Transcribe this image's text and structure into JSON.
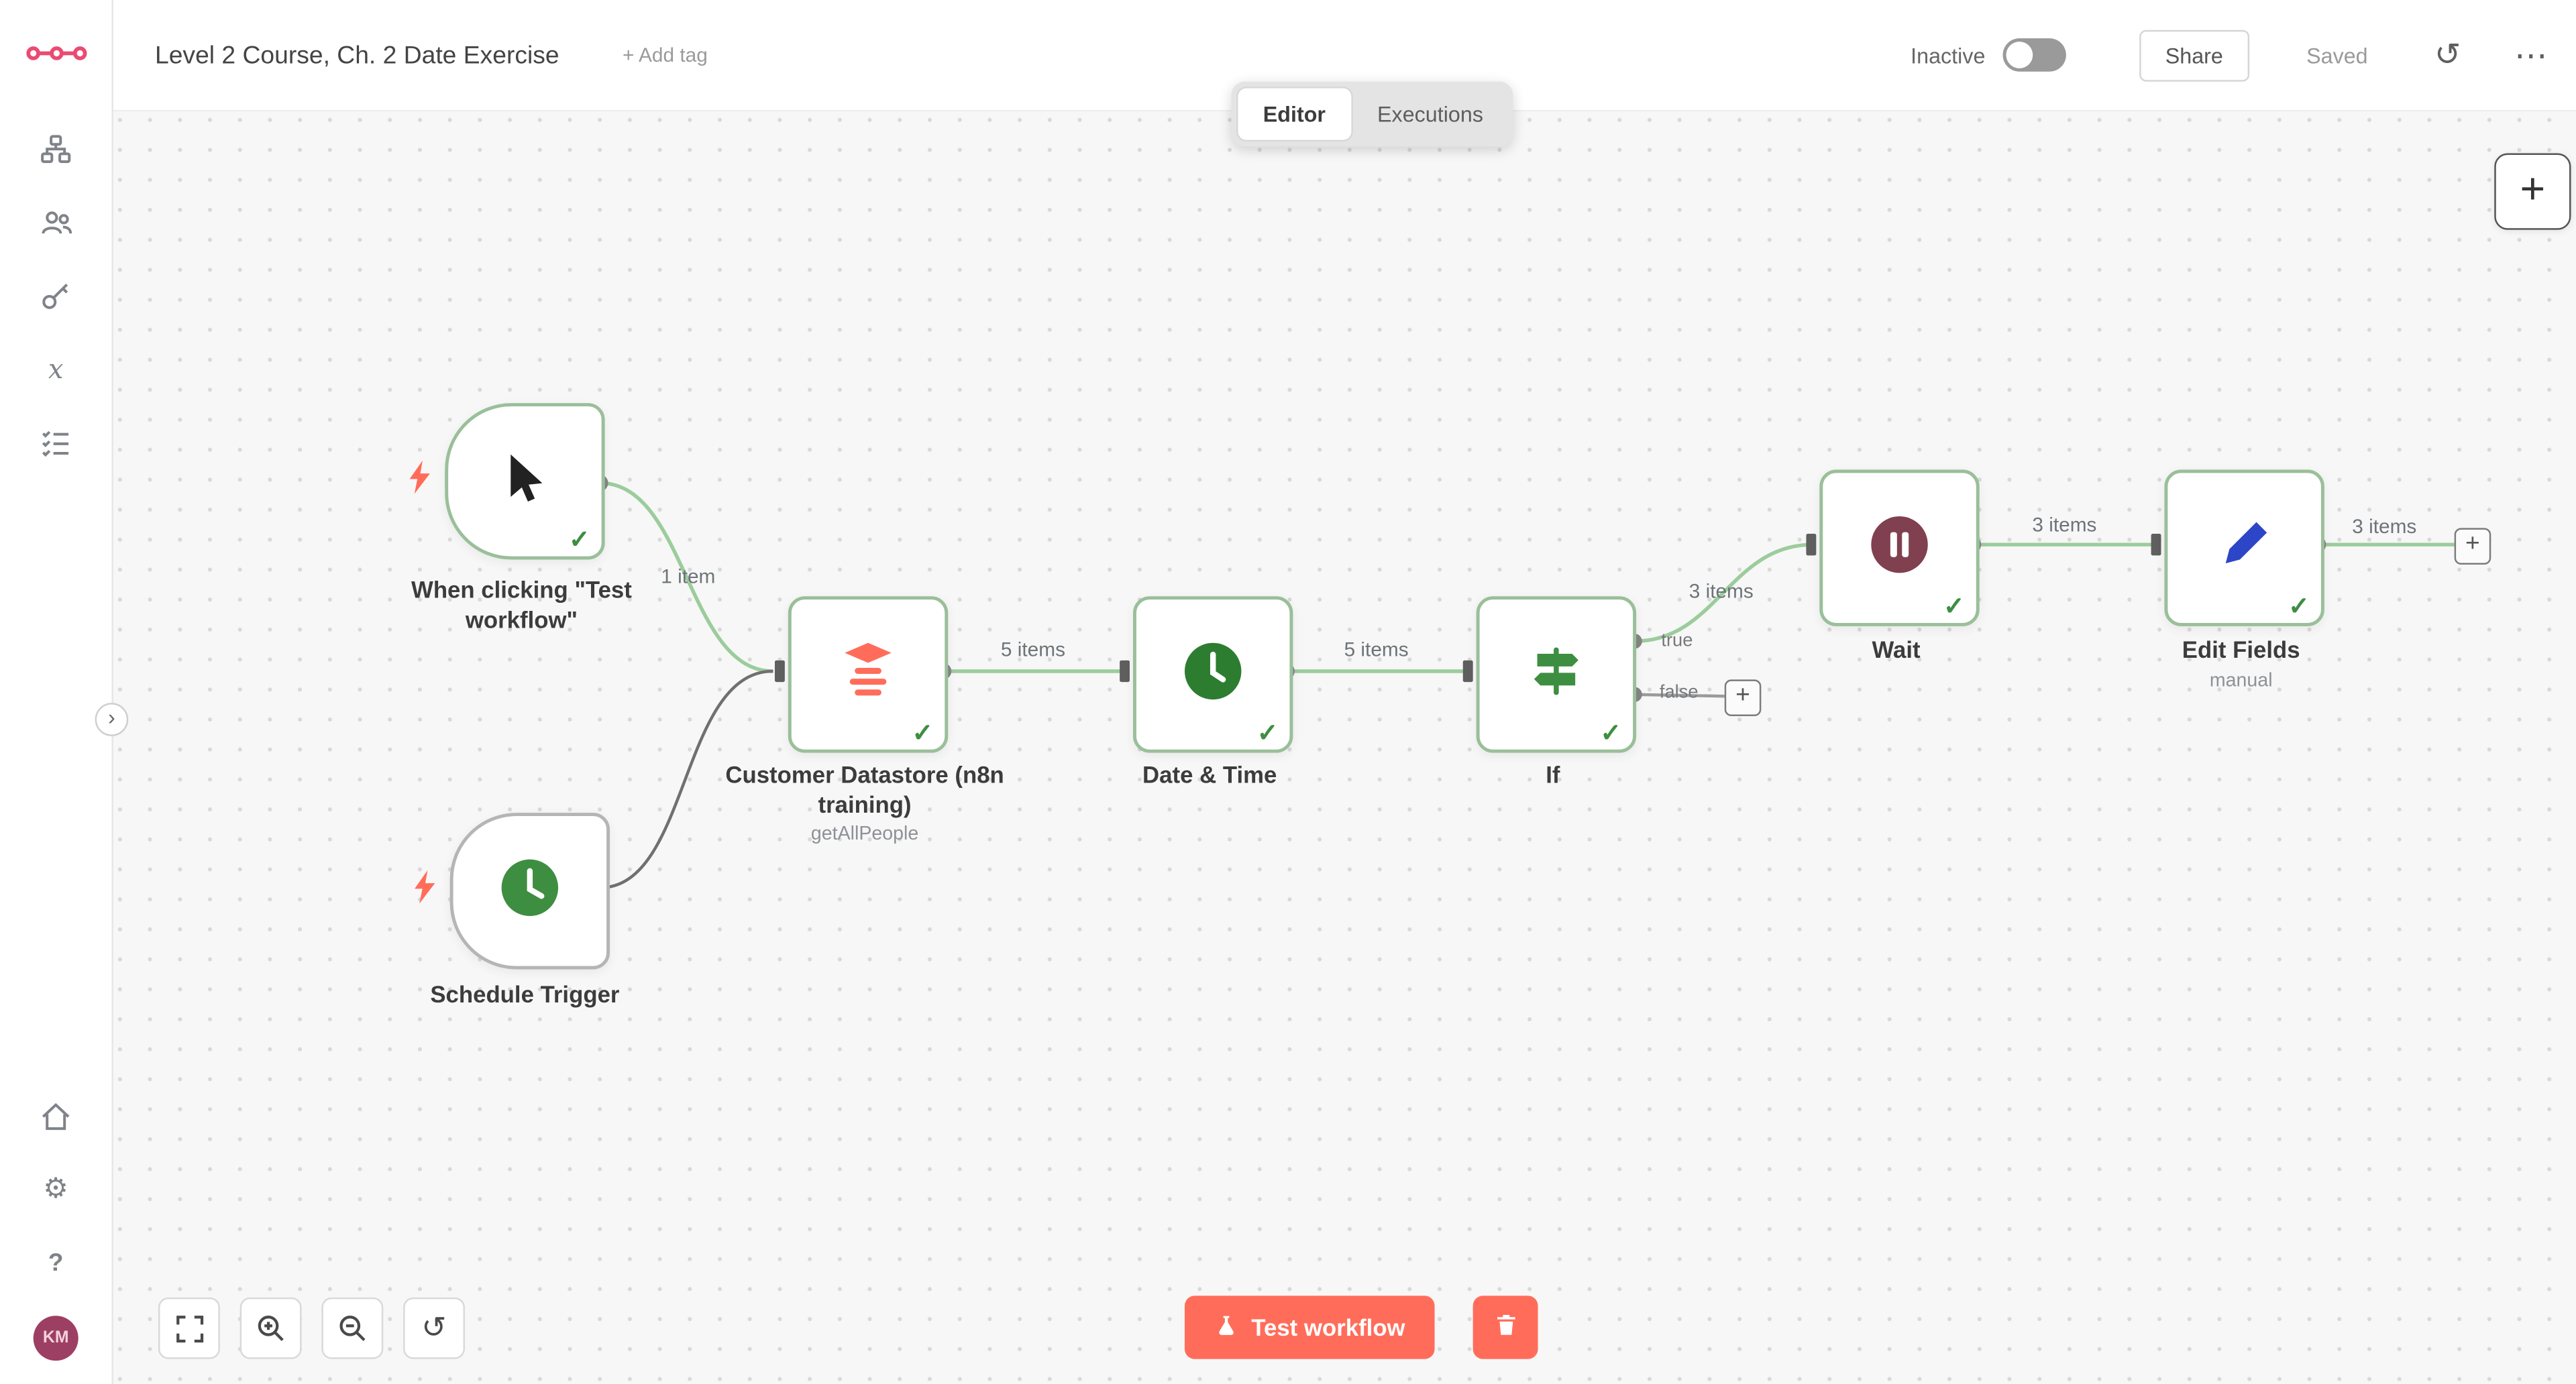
{
  "header": {
    "title": "Level 2 Course, Ch. 2 Date Exercise",
    "add_tag": "+ Add tag",
    "tabs": {
      "editor": "Editor",
      "executions": "Executions"
    },
    "activation_label": "Inactive",
    "share": "Share",
    "saved": "Saved"
  },
  "sidebar": {
    "avatar_initials": "KM"
  },
  "nodes": {
    "when_clicking": {
      "title": "When clicking \"Test workflow\""
    },
    "schedule": {
      "title": "Schedule Trigger"
    },
    "datastore": {
      "title": "Customer Datastore (n8n training)",
      "subtitle": "getAllPeople"
    },
    "datetime": {
      "title": "Date & Time"
    },
    "if_node": {
      "title": "If",
      "true_label": "true",
      "false_label": "false"
    },
    "wait": {
      "title": "Wait"
    },
    "edit_fields": {
      "title": "Edit Fields",
      "subtitle": "manual"
    }
  },
  "connections": {
    "when_to_datastore": "1 item",
    "datastore_to_datetime": "5 items",
    "datetime_to_if": "5 items",
    "if_true_to_wait": "3 items",
    "wait_to_edit_fields": "3 items",
    "edit_fields_output": "3 items"
  },
  "controls": {
    "test_workflow": "Test workflow"
  },
  "icons": {
    "plus": "+",
    "reset": "↺",
    "history": "↺",
    "more": "⋯",
    "chevron": "›",
    "help": "?",
    "settings": "⚙",
    "check": "✓"
  },
  "colors": {
    "accent": "#ff6d5a",
    "brand": "#ea4b71",
    "success": "#3e8e41"
  }
}
